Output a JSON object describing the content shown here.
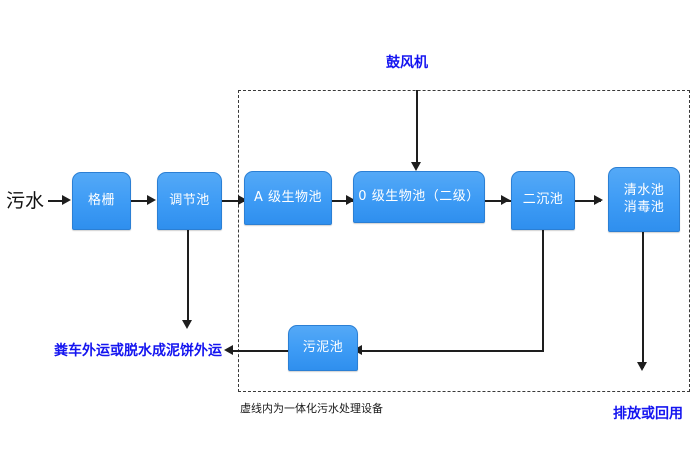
{
  "diagram": {
    "title_note": "",
    "inflow_label": "污水",
    "blower_label": "鼓风机",
    "enclosure_caption": "虚线内为一体化污水处理设备",
    "sludge_disposal_label": "粪车外运或脱水成泥饼外运",
    "discharge_label": "排放或回用",
    "colors": {
      "node_fill": "#3d9bf5",
      "node_border": "#2b7fd4",
      "node_text": "#ffffff",
      "connector": "#1e1e1e",
      "accent_text": "#1414f0",
      "plain_text": "#111111",
      "dashed_border": "#3a3a3a",
      "background": "#ffffff"
    },
    "nodes": [
      {
        "id": "grille",
        "label": "格栅"
      },
      {
        "id": "equalization",
        "label": "调节池"
      },
      {
        "id": "a_stage",
        "label": "A 级生物池"
      },
      {
        "id": "o_stage",
        "label": "0 级生物池（二级）"
      },
      {
        "id": "clarifier",
        "label": "二沉池"
      },
      {
        "id": "clearwater",
        "label": "清水池\n消毒池"
      },
      {
        "id": "sludge",
        "label": "污泥池"
      }
    ]
  }
}
